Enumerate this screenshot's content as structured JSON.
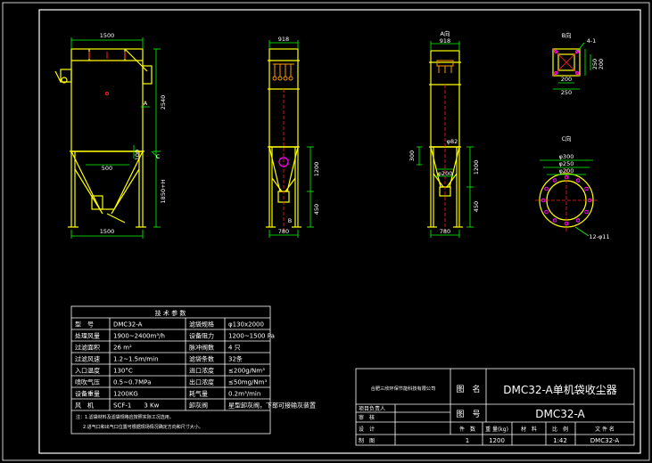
{
  "colors": {
    "background": "#000000",
    "frame": "#ffffff",
    "body_outline": "#ffff00",
    "dimension": "#00ff00",
    "centerline": "#ff2020",
    "flange_bolt": "#ff00ff",
    "title_text": "#ffffff"
  },
  "views": {
    "front": {
      "top_width": "1500",
      "total_height": "2540",
      "hopper_height": "100",
      "leg_height": "1850+H",
      "bottom_width": "1500",
      "inner_dim": "500",
      "section_A": "A",
      "section_C": "C"
    },
    "side": {
      "top_width": "918",
      "hopper_height": "1200",
      "leg_height": "450",
      "bottom_width": "780",
      "section_B": "B"
    },
    "view_A": {
      "title": "A向",
      "top_width": "918",
      "hole_dim": "φ82",
      "outlet_dim": "φ200",
      "side_dim": "300",
      "hopper_height": "1200",
      "leg_height": "450",
      "bottom_width": "780"
    },
    "view_B": {
      "title": "B向",
      "dim_top": "4-1",
      "dim_right_outer": "250",
      "dim_right_inner": "200",
      "dim_bottom_inner": "200",
      "dim_bottom_outer": "250"
    },
    "view_C": {
      "title": "C向",
      "d1": "φ300",
      "d2": "φ250",
      "d3": "φ200",
      "bolts": "12-φ11"
    }
  },
  "spec_table": {
    "header": "技 术 参 数",
    "rows": [
      [
        "型　号",
        "DMC32-A",
        "滤袋规格",
        "φ130x2000"
      ],
      [
        "处理风量",
        "1900~2400m³/h",
        "设备阻力",
        "1200~1500 Pa"
      ],
      [
        "过滤面积",
        "26 m²",
        "脉冲阀数",
        "4 只"
      ],
      [
        "过滤风速",
        "1.2~1.5m/min",
        "滤袋条数",
        "32条"
      ],
      [
        "入口温度",
        "130°C",
        "进口浓度",
        "≤200g/Nm³"
      ],
      [
        "喷吹气压",
        "0.5~0.7MPa",
        "出口浓度",
        "≤50mg/Nm³"
      ],
      [
        "设备重量",
        "1200KG",
        "耗气量",
        "0.2m³/min"
      ],
      [
        "风　机",
        "SCF-1　　3 Kw",
        "卸灰阀",
        "星型卸灰阀，下部可接输灰装置"
      ]
    ],
    "notes": [
      "注：1.滤袋材料及滤袋规格应按照实际工况选用。",
      "2.进气口和出气口位置可根据现场情况确定方向和尺寸大小。"
    ]
  },
  "title_block": {
    "company": "合肥三欣环保节能科技有限公司",
    "label_drawing_name": "图　名",
    "drawing_name": "DMC32-A单机袋收尘器",
    "label_drawing_no": "图　号",
    "drawing_no": "DMC32-A",
    "roles": [
      "项目负责人",
      "审　核",
      "设　计",
      "制　图"
    ],
    "footer_labels": [
      "件　数",
      "重 量(kg)",
      "材　料",
      "比　例",
      "文 件 名"
    ],
    "footer_values": [
      "1",
      "1200",
      "",
      "1:42",
      "DMC32-A"
    ]
  }
}
